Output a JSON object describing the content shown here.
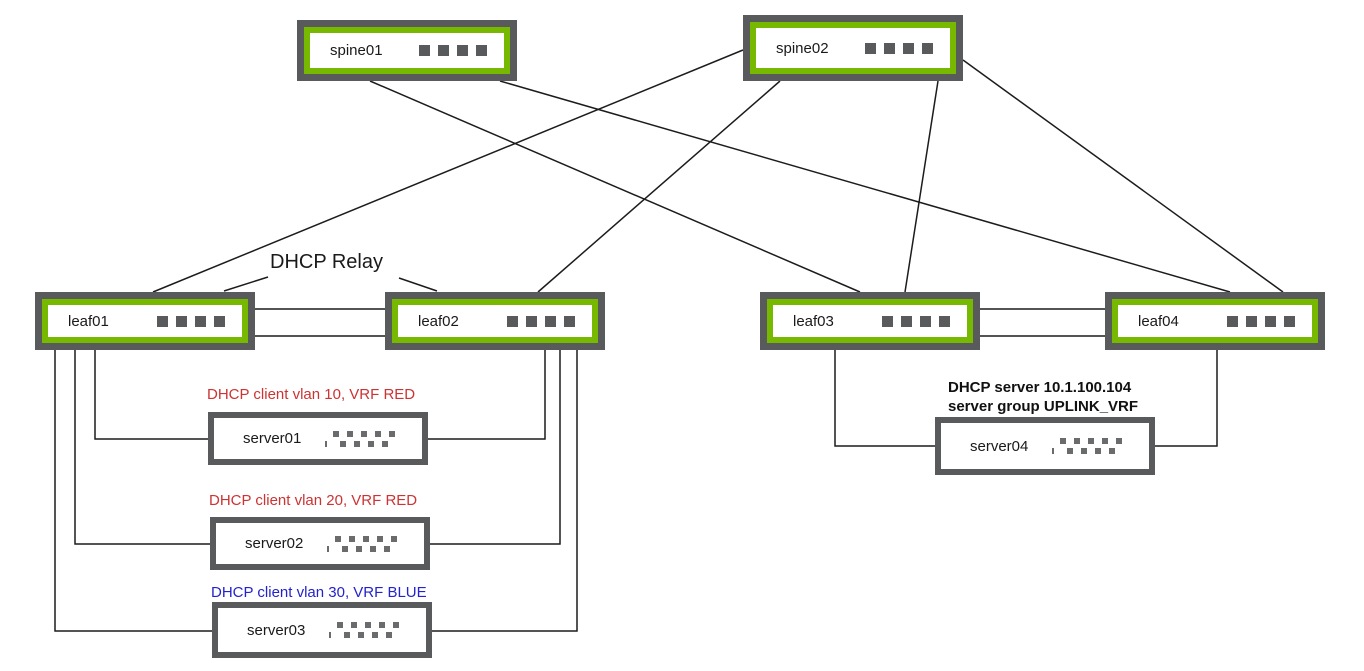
{
  "diagram_type": "network-topology",
  "callout": {
    "label": "DHCP Relay"
  },
  "colors": {
    "switch_frame": "#595a5c",
    "switch_accent_green": "#76b900",
    "server_frame": "#595a5c",
    "wire": "#1c1c1c",
    "annotation_red": "#cc3333",
    "annotation_blue": "#2323cc",
    "annotation_black": "#111111",
    "background": "#ffffff"
  },
  "nodes": {
    "spine01": {
      "label": "spine01",
      "type": "switch"
    },
    "spine02": {
      "label": "spine02",
      "type": "switch"
    },
    "leaf01": {
      "label": "leaf01",
      "type": "switch"
    },
    "leaf02": {
      "label": "leaf02",
      "type": "switch"
    },
    "leaf03": {
      "label": "leaf03",
      "type": "switch"
    },
    "leaf04": {
      "label": "leaf04",
      "type": "switch"
    },
    "server01": {
      "label": "server01",
      "type": "server"
    },
    "server02": {
      "label": "server02",
      "type": "server"
    },
    "server03": {
      "label": "server03",
      "type": "server"
    },
    "server04": {
      "label": "server04",
      "type": "server"
    }
  },
  "annotations": {
    "server01": {
      "text": "DHCP client vlan 10, VRF RED",
      "color": "#cc3333"
    },
    "server02": {
      "text": "DHCP client vlan 20, VRF RED",
      "color": "#cc3333"
    },
    "server03": {
      "text": "DHCP client vlan 30, VRF BLUE",
      "color": "#2323cc"
    },
    "server04": {
      "line1": "DHCP server 10.1.100.104",
      "line2": "server group UPLINK_VRF",
      "color": "#111111"
    }
  },
  "connections": [
    {
      "from": "spine02",
      "to": "leaf01"
    },
    {
      "from": "spine02",
      "to": "leaf02"
    },
    {
      "from": "spine02",
      "to": "leaf03"
    },
    {
      "from": "spine02",
      "to": "leaf04"
    },
    {
      "from": "spine01",
      "to": "leaf03"
    },
    {
      "from": "spine01",
      "to": "leaf04"
    },
    {
      "from": "leaf01",
      "to": "leaf02",
      "style": "double-peerlink"
    },
    {
      "from": "leaf03",
      "to": "leaf04",
      "style": "double-peerlink"
    },
    {
      "from": "server01",
      "to": "leaf01"
    },
    {
      "from": "server01",
      "to": "leaf02"
    },
    {
      "from": "server02",
      "to": "leaf01"
    },
    {
      "from": "server02",
      "to": "leaf02"
    },
    {
      "from": "server03",
      "to": "leaf01"
    },
    {
      "from": "server03",
      "to": "leaf02"
    },
    {
      "from": "server04",
      "to": "leaf03"
    },
    {
      "from": "server04",
      "to": "leaf04"
    }
  ]
}
